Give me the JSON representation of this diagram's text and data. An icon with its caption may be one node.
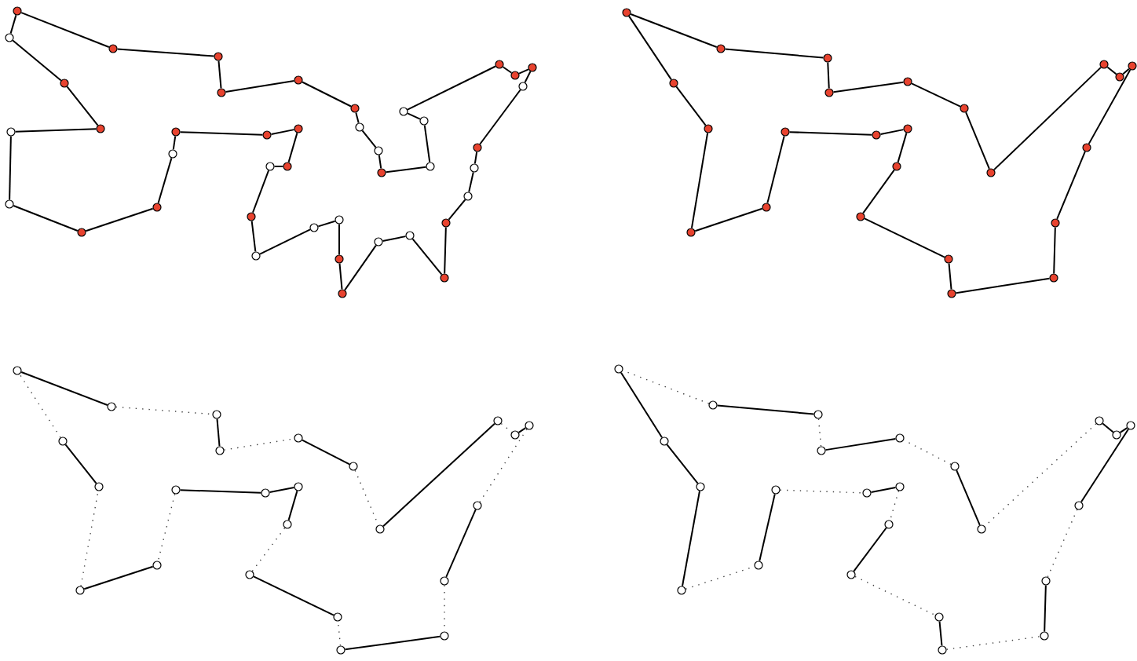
{
  "diagram": {
    "nodes": [
      {
        "text": [],
        "shape": "circle"
      },
      {
        "text": [],
        "shape": "circle"
      },
      {
        "text": [],
        "shape": "circle"
      },
      {
        "text": [],
        "shape": "circle"
      },
      {
        "text": [],
        "shape": "circle"
      },
      {
        "text": [],
        "shape": "circle"
      },
      {
        "text": [],
        "shape": "circle"
      },
      {
        "text": [],
        "shape": "circle"
      },
      {
        "text": [],
        "shape": "circle"
      },
      {
        "text": [],
        "shape": "circle"
      },
      {
        "text": [],
        "shape": "circle"
      },
      {
        "text": [],
        "shape": "circle"
      },
      {
        "text": [],
        "shape": "circle"
      },
      {
        "text": [],
        "shape": "circle"
      },
      {
        "text": [],
        "shape": "circle"
      },
      {
        "text": [],
        "shape": "circle"
      },
      {
        "text": [],
        "shape": "circle"
      },
      {
        "text": [],
        "shape": "circle"
      },
      {
        "text": [],
        "shape": "circle"
      },
      {
        "text": [],
        "shape": "circle"
      },
      {
        "text": [],
        "shape": "circle"
      },
      {
        "text": [],
        "shape": "circle"
      },
      {
        "text": [],
        "shape": "circle"
      },
      {
        "text": [],
        "shape": "circle"
      },
      {
        "text": [],
        "shape": "circle"
      },
      {
        "text": [],
        "shape": "circle"
      },
      {
        "text": [],
        "shape": "circle"
      },
      {
        "text": [],
        "shape": "circle"
      },
      {
        "text": [],
        "shape": "circle"
      },
      {
        "text": [],
        "shape": "circle"
      },
      {
        "text": [],
        "shape": "circle"
      },
      {
        "text": [],
        "shape": "circle"
      },
      {
        "text": [],
        "shape": "circle"
      },
      {
        "text": [],
        "shape": "circle"
      },
      {
        "text": [],
        "shape": "circle"
      },
      {
        "text": [],
        "shape": "circle"
      },
      {
        "text": [],
        "shape": "circle"
      },
      {
        "text": [],
        "shape": "circle"
      },
      {
        "text": [],
        "shape": "circle"
      },
      {
        "text": [],
        "shape": "circle"
      },
      {
        "text": [],
        "shape": "circle"
      },
      {
        "text": [],
        "shape": "circle"
      },
      {
        "text": [],
        "shape": "circle"
      },
      {
        "text": [],
        "shape": "circle"
      },
      {
        "text": [],
        "shape": "circle"
      },
      {
        "text": [],
        "shape": "circle"
      },
      {
        "text": [],
        "shape": "circle"
      },
      {
        "text": [],
        "shape": "circle"
      },
      {
        "text": [],
        "shape": "circle"
      },
      {
        "text": [],
        "shape": "circle"
      },
      {
        "text": [],
        "shape": "circle"
      },
      {
        "text": [],
        "shape": "circle"
      },
      {
        "text": [],
        "shape": "circle"
      },
      {
        "text": [],
        "shape": "circle"
      },
      {
        "text": [],
        "shape": "circle"
      },
      {
        "text": [],
        "shape": "circle"
      },
      {
        "text": [],
        "shape": "circle"
      },
      {
        "text": [],
        "shape": "circle"
      },
      {
        "text": [],
        "shape": "circle"
      },
      {
        "text": [],
        "shape": "circle"
      },
      {
        "text": [],
        "shape": "circle"
      },
      {
        "text": [],
        "shape": "circle"
      },
      {
        "text": [],
        "shape": "circle"
      },
      {
        "text": [],
        "shape": "circle"
      },
      {
        "text": [],
        "shape": "circle"
      },
      {
        "text": [],
        "shape": "circle"
      },
      {
        "text": [],
        "shape": "circle"
      },
      {
        "text": [],
        "shape": "circle"
      },
      {
        "text": [],
        "shape": "circle"
      },
      {
        "text": [],
        "shape": "circle"
      },
      {
        "text": [],
        "shape": "circle"
      },
      {
        "text": [],
        "shape": "circle"
      },
      {
        "text": [],
        "shape": "circle"
      },
      {
        "text": [],
        "shape": "circle"
      },
      {
        "text": [],
        "shape": "circle"
      },
      {
        "text": [],
        "shape": "circle"
      },
      {
        "text": [],
        "shape": "circle"
      },
      {
        "text": [],
        "shape": "circle"
      },
      {
        "text": [],
        "shape": "circle"
      },
      {
        "text": [],
        "shape": "circle"
      },
      {
        "text": [],
        "shape": "circle"
      },
      {
        "text": [],
        "shape": "circle"
      },
      {
        "text": [],
        "shape": "circle"
      },
      {
        "text": [],
        "shape": "circle"
      },
      {
        "text": [],
        "shape": "circle"
      },
      {
        "text": [],
        "shape": "circle"
      },
      {
        "text": [],
        "shape": "circle"
      },
      {
        "text": [],
        "shape": "circle"
      },
      {
        "text": [],
        "shape": "circle"
      },
      {
        "text": [],
        "shape": "circle"
      },
      {
        "text": [],
        "shape": "circle"
      },
      {
        "text": [],
        "shape": "circle"
      },
      {
        "text": [],
        "shape": "circle"
      },
      {
        "text": [],
        "shape": "circle"
      },
      {
        "text": [],
        "shape": "circle"
      },
      {
        "text": [],
        "shape": "circle"
      },
      {
        "text": [],
        "shape": "circle"
      },
      {
        "text": [],
        "shape": "circle"
      },
      {
        "text": [],
        "shape": "circle"
      },
      {
        "text": [],
        "shape": "circle"
      },
      {
        "text": [],
        "shape": "circle"
      },
      {
        "text": [],
        "shape": "circle"
      },
      {
        "text": [],
        "shape": "circle"
      },
      {
        "text": [],
        "shape": "circle"
      },
      {
        "text": [],
        "shape": "circle"
      },
      {
        "text": [],
        "shape": "circle"
      },
      {
        "text": [],
        "shape": "circle"
      },
      {
        "text": [],
        "shape": "circle"
      },
      {
        "text": [],
        "shape": "circle"
      },
      {
        "text": [],
        "shape": "circle"
      },
      {
        "text": [],
        "shape": "circle"
      },
      {
        "text": [],
        "shape": "circle"
      },
      {
        "text": [],
        "shape": "circle"
      },
      {
        "text": [],
        "shape": "circle"
      }
    ],
    "edges": [
      {
        "from": 0,
        "to": 1,
        "arrow": "none"
      },
      {
        "from": 1,
        "to": 2,
        "arrow": "none"
      },
      {
        "from": 2,
        "to": 3,
        "arrow": "none"
      },
      {
        "from": 3,
        "to": 4,
        "arrow": "none"
      },
      {
        "from": 4,
        "to": 5,
        "arrow": "none"
      },
      {
        "from": 5,
        "to": 6,
        "arrow": "none"
      },
      {
        "from": 6,
        "to": 7,
        "arrow": "none"
      },
      {
        "from": 7,
        "to": 8,
        "arrow": "none"
      },
      {
        "from": 8,
        "to": 9,
        "arrow": "none"
      },
      {
        "from": 9,
        "to": 10,
        "arrow": "none"
      },
      {
        "from": 10,
        "to": 11,
        "arrow": "none"
      },
      {
        "from": 11,
        "to": 12,
        "arrow": "none"
      },
      {
        "from": 12,
        "to": 13,
        "arrow": "none"
      },
      {
        "from": 13,
        "to": 14,
        "arrow": "none"
      },
      {
        "from": 14,
        "to": 15,
        "arrow": "none"
      },
      {
        "from": 15,
        "to": 16,
        "arrow": "none"
      },
      {
        "from": 16,
        "to": 17,
        "arrow": "none"
      },
      {
        "from": 17,
        "to": 18,
        "arrow": "none"
      },
      {
        "from": 18,
        "to": 19,
        "arrow": "none"
      },
      {
        "from": 19,
        "to": 20,
        "arrow": "none"
      },
      {
        "from": 20,
        "to": 21,
        "arrow": "none"
      },
      {
        "from": 21,
        "to": 22,
        "arrow": "none"
      },
      {
        "from": 22,
        "to": 23,
        "arrow": "none"
      },
      {
        "from": 23,
        "to": 24,
        "arrow": "none"
      },
      {
        "from": 24,
        "to": 25,
        "arrow": "none"
      },
      {
        "from": 25,
        "to": 26,
        "arrow": "none"
      },
      {
        "from": 26,
        "to": 27,
        "arrow": "none"
      },
      {
        "from": 27,
        "to": 28,
        "arrow": "none"
      },
      {
        "from": 28,
        "to": 29,
        "arrow": "none"
      },
      {
        "from": 29,
        "to": 30,
        "arrow": "none"
      },
      {
        "from": 30,
        "to": 31,
        "arrow": "none"
      },
      {
        "from": 31,
        "to": 32,
        "arrow": "none"
      },
      {
        "from": 32,
        "to": 33,
        "arrow": "none"
      },
      {
        "from": 33,
        "to": 34,
        "arrow": "none"
      },
      {
        "from": 34,
        "to": 35,
        "arrow": "none"
      },
      {
        "from": 35,
        "to": 36,
        "arrow": "none"
      },
      {
        "from": 36,
        "to": 37,
        "arrow": "none"
      },
      {
        "from": 37,
        "to": 38,
        "arrow": "none"
      },
      {
        "from": 38,
        "to": 39,
        "arrow": "none"
      },
      {
        "from": 39,
        "to": 40,
        "arrow": "none"
      },
      {
        "from": 40,
        "to": 41,
        "arrow": "none"
      },
      {
        "from": 41,
        "to": 0,
        "arrow": "none"
      },
      {
        "from": 42,
        "to": 43,
        "arrow": "none"
      },
      {
        "from": 43,
        "to": 44,
        "arrow": "none"
      },
      {
        "from": 44,
        "to": 45,
        "arrow": "none"
      },
      {
        "from": 45,
        "to": 46,
        "arrow": "none"
      },
      {
        "from": 46,
        "to": 47,
        "arrow": "none"
      },
      {
        "from": 47,
        "to": 48,
        "arrow": "none"
      },
      {
        "from": 48,
        "to": 49,
        "arrow": "none"
      },
      {
        "from": 49,
        "to": 50,
        "arrow": "none"
      },
      {
        "from": 50,
        "to": 51,
        "arrow": "none"
      },
      {
        "from": 51,
        "to": 52,
        "arrow": "none"
      },
      {
        "from": 52,
        "to": 53,
        "arrow": "none"
      },
      {
        "from": 53,
        "to": 54,
        "arrow": "none"
      },
      {
        "from": 54,
        "to": 55,
        "arrow": "none"
      },
      {
        "from": 55,
        "to": 56,
        "arrow": "none"
      },
      {
        "from": 56,
        "to": 57,
        "arrow": "none"
      },
      {
        "from": 57,
        "to": 58,
        "arrow": "none"
      },
      {
        "from": 58,
        "to": 59,
        "arrow": "none"
      },
      {
        "from": 59,
        "to": 60,
        "arrow": "none"
      },
      {
        "from": 60,
        "to": 61,
        "arrow": "none"
      },
      {
        "from": 61,
        "to": 62,
        "arrow": "none"
      },
      {
        "from": 62,
        "to": 63,
        "arrow": "none"
      },
      {
        "from": 63,
        "to": 64,
        "arrow": "none"
      },
      {
        "from": 64,
        "to": 65,
        "arrow": "none"
      },
      {
        "from": 65,
        "to": 42,
        "arrow": "none"
      },
      {
        "from": 66,
        "to": 67,
        "arrow": "none"
      },
      {
        "from": 67,
        "to": 68,
        "arrow": "none",
        "style": "dashed"
      },
      {
        "from": 68,
        "to": 69,
        "arrow": "none"
      },
      {
        "from": 69,
        "to": 70,
        "arrow": "none",
        "style": "dashed"
      },
      {
        "from": 70,
        "to": 71,
        "arrow": "none"
      },
      {
        "from": 71,
        "to": 72,
        "arrow": "none",
        "style": "dashed"
      },
      {
        "from": 72,
        "to": 73,
        "arrow": "none"
      },
      {
        "from": 73,
        "to": 74,
        "arrow": "none",
        "style": "dashed"
      },
      {
        "from": 74,
        "to": 75,
        "arrow": "none"
      },
      {
        "from": 75,
        "to": 76,
        "arrow": "none",
        "style": "dashed"
      },
      {
        "from": 76,
        "to": 77,
        "arrow": "none"
      },
      {
        "from": 77,
        "to": 78,
        "arrow": "none",
        "style": "dashed"
      },
      {
        "from": 78,
        "to": 79,
        "arrow": "none"
      },
      {
        "from": 79,
        "to": 80,
        "arrow": "none",
        "style": "dashed"
      },
      {
        "from": 80,
        "to": 81,
        "arrow": "none"
      },
      {
        "from": 81,
        "to": 82,
        "arrow": "none",
        "style": "dashed"
      },
      {
        "from": 82,
        "to": 83,
        "arrow": "none"
      },
      {
        "from": 83,
        "to": 84,
        "arrow": "none"
      },
      {
        "from": 84,
        "to": 85,
        "arrow": "none"
      },
      {
        "from": 85,
        "to": 86,
        "arrow": "none",
        "style": "dashed"
      },
      {
        "from": 86,
        "to": 87,
        "arrow": "none"
      },
      {
        "from": 87,
        "to": 88,
        "arrow": "none",
        "style": "dashed"
      },
      {
        "from": 88,
        "to": 89,
        "arrow": "none"
      },
      {
        "from": 89,
        "to": 66,
        "arrow": "none",
        "style": "dashed"
      },
      {
        "from": 90,
        "to": 91,
        "arrow": "none"
      },
      {
        "from": 91,
        "to": 92,
        "arrow": "none"
      },
      {
        "from": 92,
        "to": 93,
        "arrow": "none"
      },
      {
        "from": 93,
        "to": 94,
        "arrow": "none",
        "style": "dashed"
      },
      {
        "from": 94,
        "to": 95,
        "arrow": "none"
      },
      {
        "from": 95,
        "to": 96,
        "arrow": "none",
        "style": "dashed"
      },
      {
        "from": 96,
        "to": 97,
        "arrow": "none"
      },
      {
        "from": 97,
        "to": 98,
        "arrow": "none",
        "style": "dashed"
      },
      {
        "from": 98,
        "to": 99,
        "arrow": "none"
      },
      {
        "from": 99,
        "to": 100,
        "arrow": "none",
        "style": "dashed"
      },
      {
        "from": 100,
        "to": 101,
        "arrow": "none"
      },
      {
        "from": 101,
        "to": 102,
        "arrow": "none",
        "style": "dashed"
      },
      {
        "from": 102,
        "to": 103,
        "arrow": "none"
      },
      {
        "from": 103,
        "to": 104,
        "arrow": "none",
        "style": "dashed"
      },
      {
        "from": 104,
        "to": 105,
        "arrow": "none"
      },
      {
        "from": 105,
        "to": 106,
        "arrow": "none"
      },
      {
        "from": 106,
        "to": 107,
        "arrow": "none"
      },
      {
        "from": 107,
        "to": 108,
        "arrow": "none",
        "style": "dashed"
      },
      {
        "from": 108,
        "to": 109,
        "arrow": "none"
      },
      {
        "from": 109,
        "to": 110,
        "arrow": "none",
        "style": "dashed"
      },
      {
        "from": 110,
        "to": 111,
        "arrow": "none"
      },
      {
        "from": 111,
        "to": 112,
        "arrow": "none",
        "style": "dashed"
      },
      {
        "from": 112,
        "to": 113,
        "arrow": "none"
      },
      {
        "from": 113,
        "to": 90,
        "arrow": "none",
        "style": "dashed"
      }
    ]
  }
}
